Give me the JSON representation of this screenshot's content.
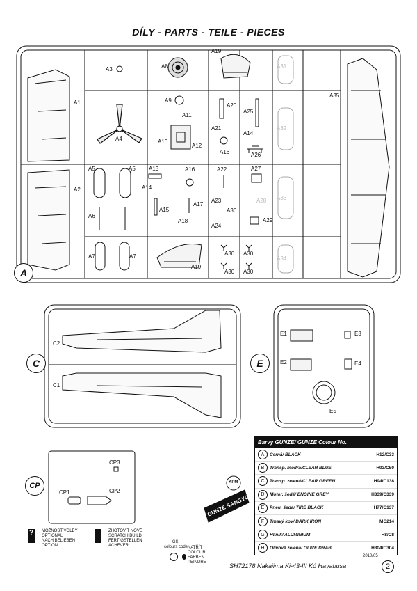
{
  "header": {
    "title": "DÍLY  -  PARTS  -  TEILE  -  PIECES"
  },
  "sprues": {
    "a": "A",
    "c": "C",
    "e": "E",
    "cp": "CP"
  },
  "parts_a": {
    "a1": "A1",
    "a2": "A2",
    "a3": "A3",
    "a4": "A4",
    "a5": "A5",
    "a5b": "A5",
    "a6": "A6",
    "a7": "A7",
    "a8": "A8",
    "a9": "A9",
    "a10": "A10",
    "a11": "A11",
    "a12": "A12",
    "a13": "A13",
    "a14": "A14",
    "a14b": "A14",
    "a15": "A15",
    "a16": "A16",
    "a16b": "A16",
    "a17": "A17",
    "a18": "A18",
    "a19": "A19",
    "a19b": "A19",
    "a20": "A20",
    "a21": "A21",
    "a22": "A22",
    "a23": "A23",
    "a24": "A24",
    "a25": "A25",
    "a26": "A26",
    "a27": "A27",
    "a28": "A28",
    "a29": "A29",
    "a30a": "A30",
    "a30b": "A30",
    "a30c": "A30",
    "a30d": "A30",
    "a31": "A31",
    "a32": "A32",
    "a33": "A33",
    "a34": "A34",
    "a35": "A35",
    "a36": "A36"
  },
  "parts_c": {
    "c1": "C1",
    "c2": "C2"
  },
  "parts_e": {
    "e1": "E1",
    "e2": "E2",
    "e3": "E3",
    "e4": "E4",
    "e5": "E5"
  },
  "parts_cp": {
    "cp1": "CP1",
    "cp2": "CP2",
    "cp3": "CP3"
  },
  "colour_table": {
    "heading": "Barvy GUNZE/ GUNZE Colour No.",
    "rows": [
      {
        "letter": "A",
        "name": "Černá/ BLACK",
        "code": "H12/C33"
      },
      {
        "letter": "B",
        "name": "Transp. modrá/CLEAR BLUE",
        "code": "H93/C50"
      },
      {
        "letter": "C",
        "name": "Transp. zelená/CLEAR GREEN",
        "code": "H94/C138"
      },
      {
        "letter": "D",
        "name": "Motor. šedá/ ENGINE GREY",
        "code": "H339/C339"
      },
      {
        "letter": "E",
        "name": "Pneu. šedá/ TIRE BLACK",
        "code": "H77/C137"
      },
      {
        "letter": "F",
        "name": "Tmavý kov/ DARK IRON",
        "code": "MC214"
      },
      {
        "letter": "G",
        "name": "Hliník/ ALUMINIUM",
        "code": "H8/C8"
      },
      {
        "letter": "H",
        "name": "Olivově zelená/ OLIVE DRAB",
        "code": "H304/C304"
      }
    ]
  },
  "logo": {
    "brand": "GUNZE SANGYO",
    "badge": "KPM"
  },
  "legend": {
    "option": [
      "MOŽNOST VOLBY",
      "OPTIONAL",
      "NACH BELIEBEN",
      "OPTION"
    ],
    "scratch": [
      "ZHOTOVIT NOVÉ",
      "SCRATCH BUILD",
      "FERTIGSTELLEN",
      "ACHEVER"
    ],
    "gsi": [
      "GSI",
      "colours code"
    ],
    "paint": [
      "NATŘÍT",
      "COLOUR",
      "FARBEN",
      "PEINDRE"
    ]
  },
  "footer": {
    "date": "2010/05",
    "title": "SH72178 Nakajima Ki-43-III Kó Hayabusa",
    "page": "2"
  }
}
